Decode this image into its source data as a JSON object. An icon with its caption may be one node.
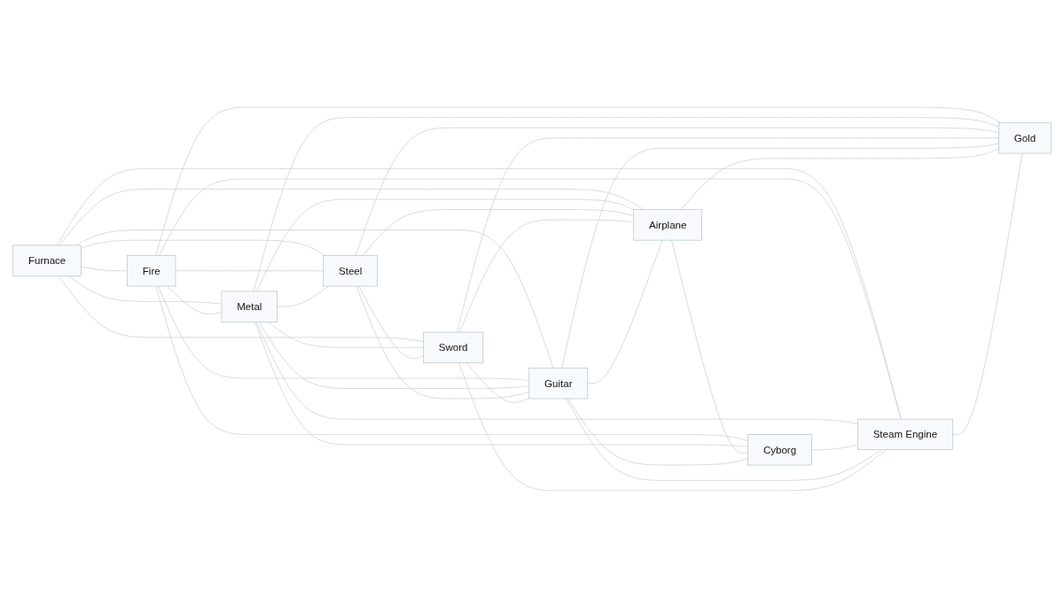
{
  "diagram": {
    "nodes": [
      {
        "text": [
          "Furnace"
        ]
      },
      {
        "text": [
          "Fire"
        ]
      },
      {
        "text": [
          "Metal"
        ]
      },
      {
        "text": [
          "Steel"
        ]
      },
      {
        "text": [
          "Cyborg"
        ]
      },
      {
        "text": [
          "Sword"
        ]
      },
      {
        "text": [
          "Guitar"
        ]
      },
      {
        "text": [
          "Steam Engine"
        ]
      },
      {
        "text": [
          "Airplane"
        ]
      },
      {
        "text": [
          "Gold"
        ]
      }
    ],
    "edges": [
      {
        "from": 0,
        "to": 1,
        "arrow": "none"
      },
      {
        "from": 0,
        "to": 2,
        "arrow": "none"
      },
      {
        "from": 0,
        "to": 3,
        "arrow": "none"
      },
      {
        "from": 0,
        "to": 5,
        "arrow": "none"
      },
      {
        "from": 0,
        "to": 6,
        "arrow": "none"
      },
      {
        "from": 0,
        "to": 8,
        "arrow": "none"
      },
      {
        "from": 0,
        "to": 7,
        "arrow": "none"
      },
      {
        "from": 1,
        "to": 2,
        "arrow": "none"
      },
      {
        "from": 1,
        "to": 3,
        "arrow": "none"
      },
      {
        "from": 1,
        "to": 4,
        "arrow": "none"
      },
      {
        "from": 1,
        "to": 6,
        "arrow": "none"
      },
      {
        "from": 1,
        "to": 7,
        "arrow": "none"
      },
      {
        "from": 1,
        "to": 9,
        "arrow": "none"
      },
      {
        "from": 2,
        "to": 3,
        "arrow": "none"
      },
      {
        "from": 2,
        "to": 4,
        "arrow": "none"
      },
      {
        "from": 2,
        "to": 5,
        "arrow": "none"
      },
      {
        "from": 2,
        "to": 6,
        "arrow": "none"
      },
      {
        "from": 2,
        "to": 7,
        "arrow": "none"
      },
      {
        "from": 2,
        "to": 8,
        "arrow": "none"
      },
      {
        "from": 2,
        "to": 9,
        "arrow": "none"
      },
      {
        "from": 3,
        "to": 5,
        "arrow": "none"
      },
      {
        "from": 3,
        "to": 6,
        "arrow": "none"
      },
      {
        "from": 3,
        "to": 8,
        "arrow": "none"
      },
      {
        "from": 3,
        "to": 9,
        "arrow": "none"
      },
      {
        "from": 4,
        "to": 6,
        "arrow": "none"
      },
      {
        "from": 4,
        "to": 7,
        "arrow": "none"
      },
      {
        "from": 8,
        "to": 4,
        "arrow": "none"
      },
      {
        "from": 5,
        "to": 6,
        "arrow": "none"
      },
      {
        "from": 5,
        "to": 8,
        "arrow": "none"
      },
      {
        "from": 5,
        "to": 9,
        "arrow": "none"
      },
      {
        "from": 7,
        "to": 5,
        "arrow": "none"
      },
      {
        "from": 6,
        "to": 8,
        "arrow": "none"
      },
      {
        "from": 6,
        "to": 9,
        "arrow": "none"
      },
      {
        "from": 6,
        "to": 7,
        "arrow": "none"
      },
      {
        "from": 8,
        "to": 9,
        "arrow": "none"
      },
      {
        "from": 7,
        "to": 9,
        "arrow": "none"
      }
    ]
  }
}
